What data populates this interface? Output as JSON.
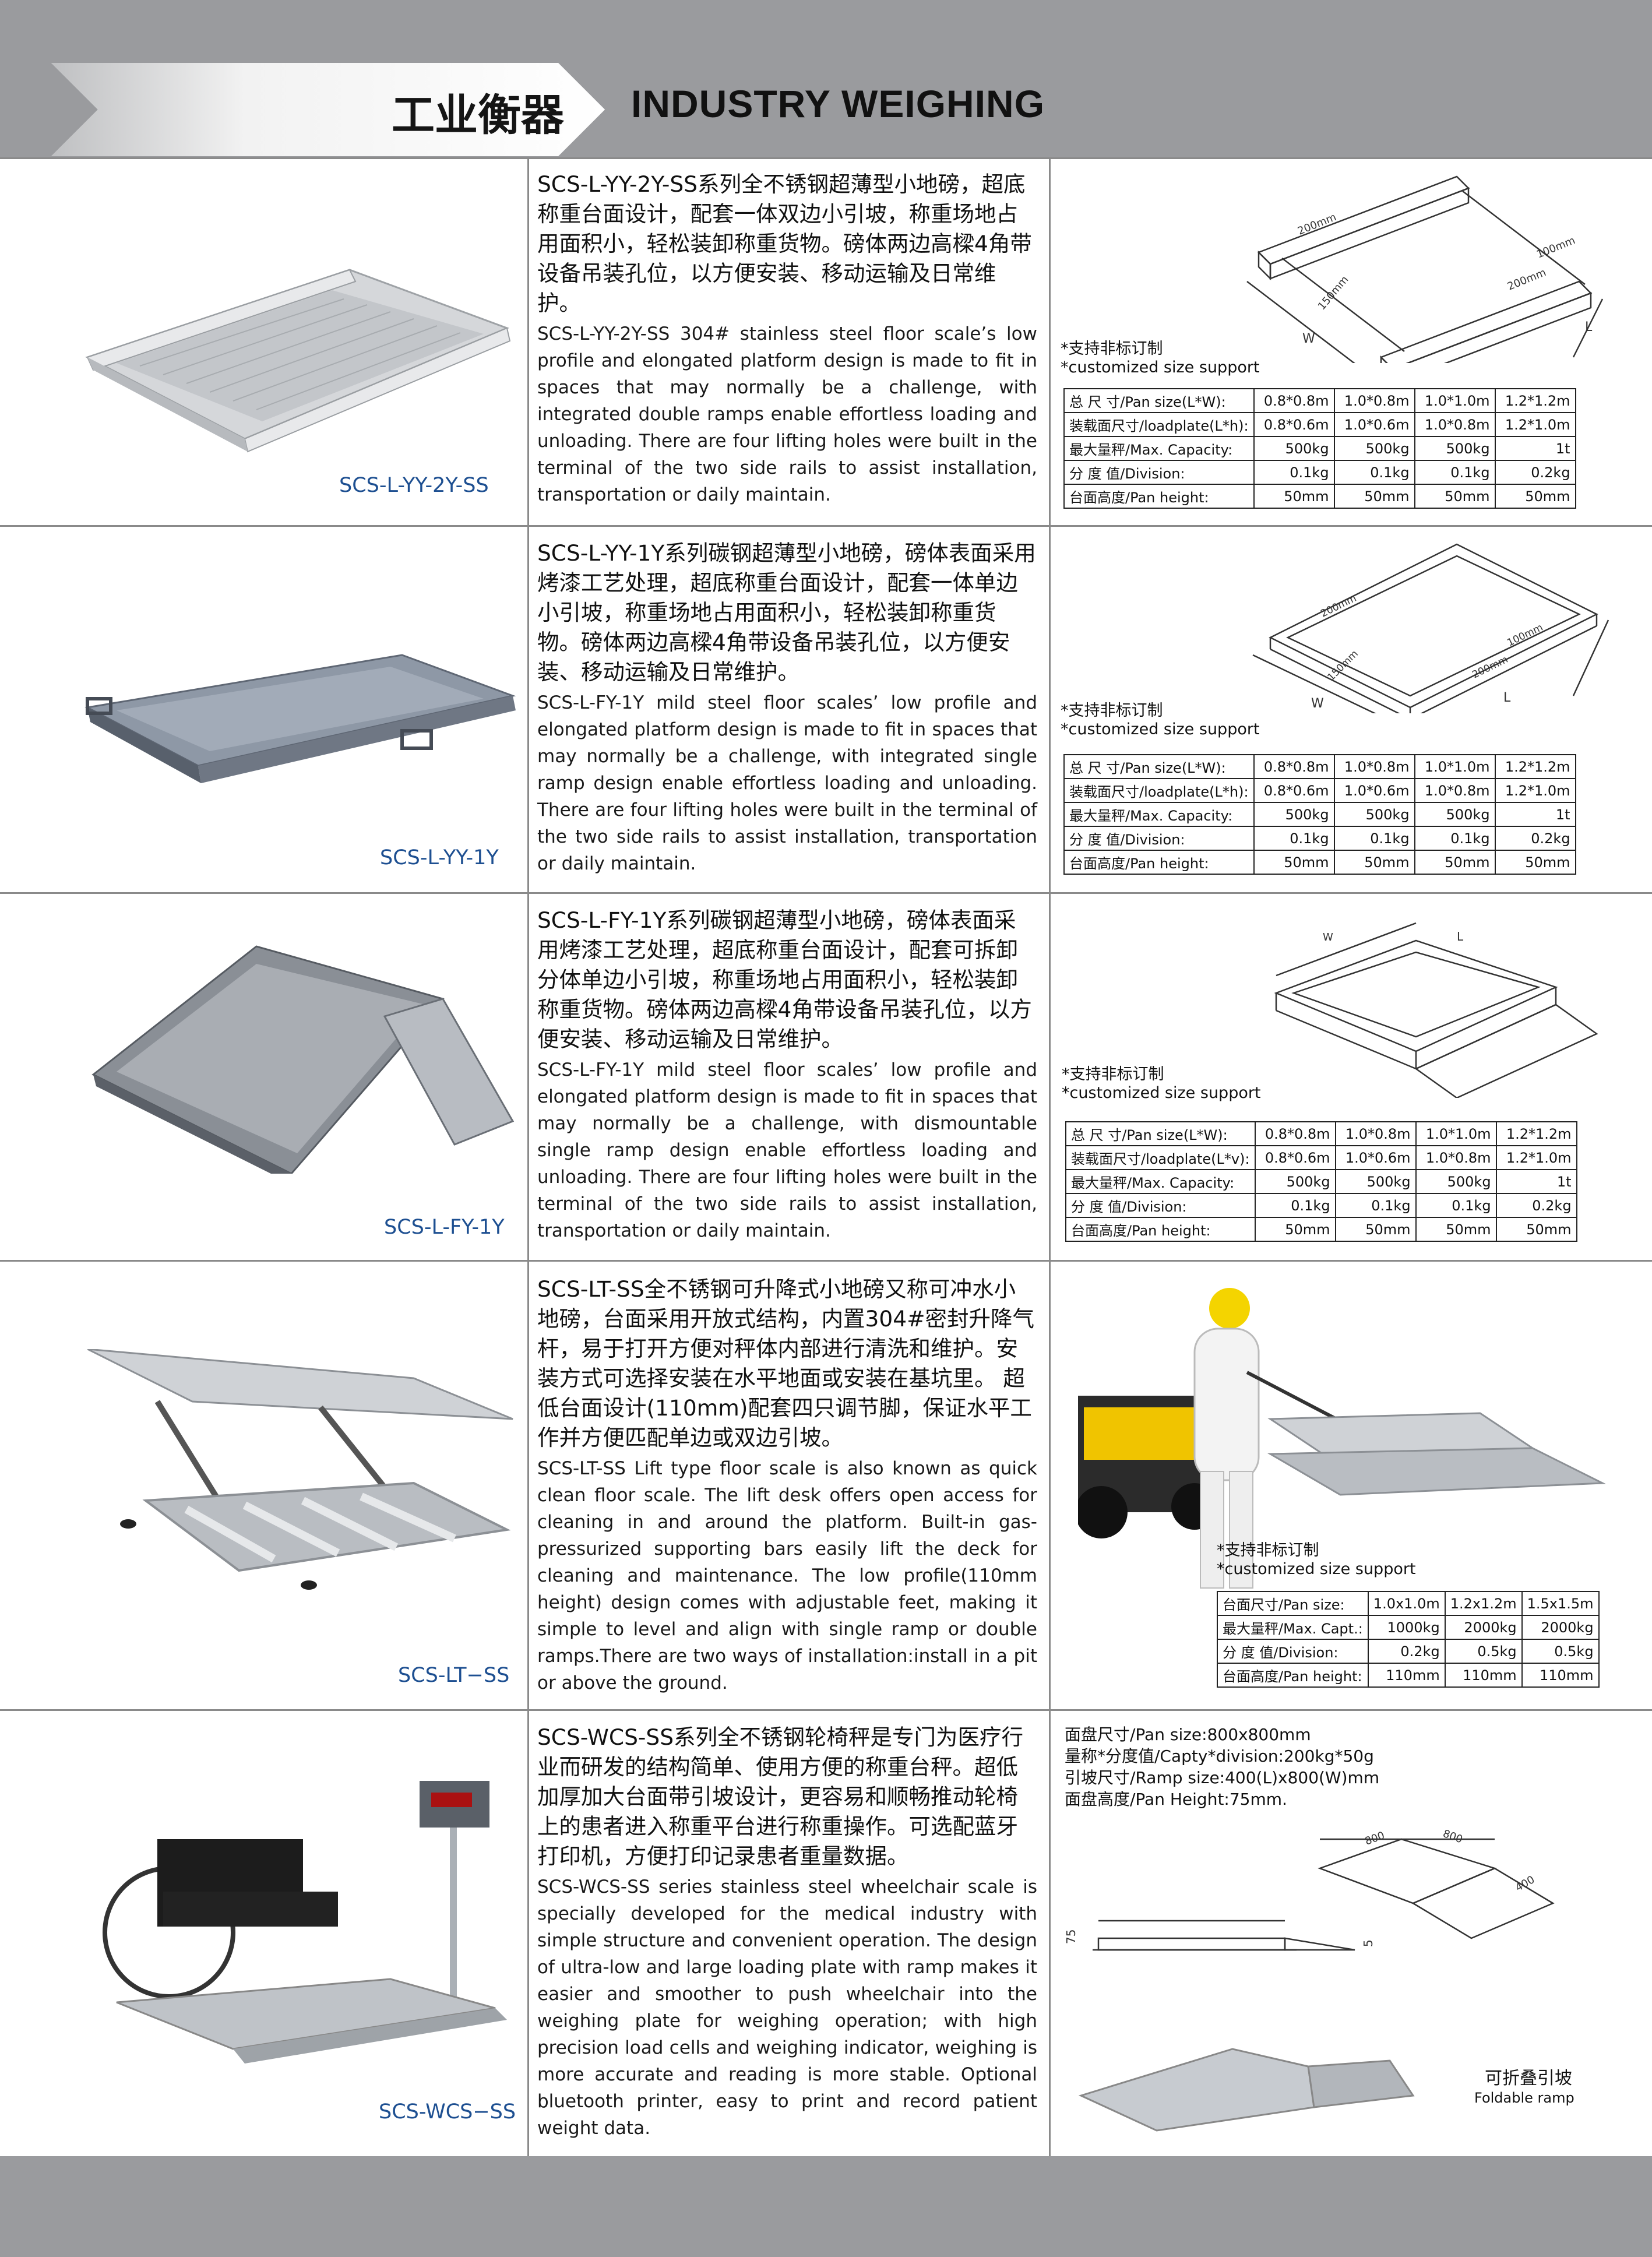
{
  "header": {
    "title_cn": "工业衡器",
    "title_en": "INDUSTRY WEIGHING"
  },
  "products": [
    {
      "model": "SCS-L-YY-2Y-SS",
      "desc_cn": "SCS-L-YY-2Y-SS系列全不锈钢超薄型小地磅，超底称重台面设计，配套一体双边小引坡，称重场地占用面积小，轻松装卸称重货物。磅体两边高樑4角带设备吊装孔位，以方便安装、移动运输及日常维护。",
      "desc_en": "SCS-L-YY-2Y-SS 304# stainless steel floor scale’s low profile and elongated platform design is made to fit in spaces that may normally be a challenge, with integrated double ramps enable effortless loading and unloading. There are four lifting holes were built in the terminal of the two side rails to assist installation, transportation or daily maintain.",
      "custom_cn": "*支持非标订制",
      "custom_en": "*customized size support",
      "diagram_labels": {
        "l": "L",
        "w": "W",
        "a": "150mm",
        "b": "200mm",
        "c": "100mm"
      },
      "spec": [
        [
          "总 尺 寸/Pan size(L*W):",
          "0.8*0.8m",
          "1.0*0.8m",
          "1.0*1.0m",
          "1.2*1.2m"
        ],
        [
          "装载面尺寸/loadplate(L*h):",
          "0.8*0.6m",
          "1.0*0.6m",
          "1.0*0.8m",
          "1.2*1.0m"
        ],
        [
          "最大量秤/Max. Capacity:",
          "500kg",
          "500kg",
          "500kg",
          "1t"
        ],
        [
          "分  度  值/Division:",
          "0.1kg",
          "0.1kg",
          "0.1kg",
          "0.2kg"
        ],
        [
          "台面高度/Pan height:",
          "50mm",
          "50mm",
          "50mm",
          "50mm"
        ]
      ]
    },
    {
      "model": "SCS-L-YY-1Y",
      "desc_cn": "SCS-L-YY-1Y系列碳钢超薄型小地磅，磅体表面采用烤漆工艺处理，超底称重台面设计，配套一体单边小引坡，称重场地占用面积小，轻松装卸称重货物。磅体两边高樑4角带设备吊装孔位，以方便安装、移动运输及日常维护。",
      "desc_en": "SCS-L-FY-1Y mild steel floor scales’ low profile and elongated platform design is made to fit in spaces that may normally be a challenge, with integrated single ramp design enable effortless loading and unloading. There are four lifting holes were built in the terminal of the two side rails to assist installation, transportation or daily maintain.",
      "custom_cn": "*支持非标订制",
      "custom_en": "*customized size support",
      "diagram_labels": {
        "l": "L",
        "w": "W",
        "a": "150mm",
        "b": "200mm",
        "c": "100mm"
      },
      "spec": [
        [
          "总 尺 寸/Pan size(L*W):",
          "0.8*0.8m",
          "1.0*0.8m",
          "1.0*1.0m",
          "1.2*1.2m"
        ],
        [
          "装载面尺寸/loadplate(L*h):",
          "0.8*0.6m",
          "1.0*0.6m",
          "1.0*0.8m",
          "1.2*1.0m"
        ],
        [
          "最大量秤/Max. Capacity:",
          "500kg",
          "500kg",
          "500kg",
          "1t"
        ],
        [
          "分  度  值/Division:",
          "0.1kg",
          "0.1kg",
          "0.1kg",
          "0.2kg"
        ],
        [
          "台面高度/Pan height:",
          "50mm",
          "50mm",
          "50mm",
          "50mm"
        ]
      ]
    },
    {
      "model": "SCS-L-FY-1Y",
      "desc_cn": "SCS-L-FY-1Y系列碳钢超薄型小地磅，磅体表面采用烤漆工艺处理，超底称重台面设计，配套可拆卸分体单边小引坡，称重场地占用面积小，轻松装卸称重货物。磅体两边高樑4角带设备吊装孔位，以方便安装、移动运输及日常维护。",
      "desc_en": "SCS-L-FY-1Y mild steel floor scales’ low profile and elongated platform design is made to fit in spaces that may normally be a challenge, with dismountable single ramp design enable effortless loading and unloading. There are four lifting holes were built in the terminal of the two side rails to assist installation, transportation or daily maintain.",
      "custom_cn": "*支持非标订制",
      "custom_en": "*customized size support",
      "diagram_labels": {
        "l": "L",
        "w": "W"
      },
      "spec": [
        [
          "总 尺 寸/Pan size(L*W):",
          "0.8*0.8m",
          "1.0*0.8m",
          "1.0*1.0m",
          "1.2*1.2m"
        ],
        [
          "装载面尺寸/loadplate(L*v):",
          "0.8*0.6m",
          "1.0*0.6m",
          "1.0*0.8m",
          "1.2*1.0m"
        ],
        [
          "最大量秤/Max. Capacity:",
          "500kg",
          "500kg",
          "500kg",
          "1t"
        ],
        [
          "分  度  值/Division:",
          "0.1kg",
          "0.1kg",
          "0.1kg",
          "0.2kg"
        ],
        [
          "台面高度/Pan height:",
          "50mm",
          "50mm",
          "50mm",
          "50mm"
        ]
      ]
    },
    {
      "model": "SCS-LT−SS",
      "desc_cn": "SCS-LT-SS全不锈钢可升降式小地磅又称可冲水小地磅，台面采用开放式结构，内置304#密封升降气杆，易于打开方便对秤体内部进行清洗和维护。安装方式可选择安装在水平地面或安装在基坑里。 超低台面设计(110mm)配套四只调节脚，保证水平工作并方便匹配单边或双边引坡。",
      "desc_en": "SCS-LT-SS Lift type floor scale is also known as quick clean floor scale. The lift desk offers open access for cleaning in and around the platform. Built-in gas-pressurized supporting bars easily lift the deck for cleaning and maintenance. The low profile(110mm height) design comes with adjustable feet, making it simple to level and align with single ramp or double ramps.There are two ways of installation:install in a pit or above the ground.",
      "custom_cn": "*支持非标订制",
      "custom_en": "*customized size support",
      "spec": [
        [
          "台面尺寸/Pan size:",
          "1.0x1.0m",
          "1.2x1.2m",
          "1.5x1.5m"
        ],
        [
          "最大量秤/Max. Capt.:",
          "1000kg",
          "2000kg",
          "2000kg"
        ],
        [
          "分  度  值/Division:",
          "0.2kg",
          "0.5kg",
          "0.5kg"
        ],
        [
          "台面高度/Pan height:",
          "110mm",
          "110mm",
          "110mm"
        ]
      ]
    },
    {
      "model": "SCS-WCS−SS",
      "desc_cn": "SCS-WCS-SS系列全不锈钢轮椅秤是专门为医疗行业而研发的结构简单、使用方便的称重台秤。超低加厚加大台面带引坡设计，更容易和顺畅推动轮椅上的患者进入称重平台进行称重操作。可选配蓝牙打印机，方便打印记录患者重量数据。",
      "desc_en": "SCS-WCS-SS series stainless steel wheelchair scale is specially developed for the medical industry with simple structure and convenient operation. The design of ultra-low and large loading plate with ramp makes it easier and smoother to push wheelchair into the weighing plate for weighing operation; with high precision load cells and weighing indicator, weighing is more accurate and reading is more stable. Optional bluetooth printer, easy to print and record patient weight data.",
      "spec_lines": [
        "面盘尺寸/Pan size:800x800mm",
        "量称*分度值/Capty*division:200kg*50g",
        "引坡尺寸/Ramp size:400(L)x800(W)mm",
        "面盘高度/Pan Height:75mm."
      ],
      "diagram_labels": {
        "d1": "800",
        "d2": "800",
        "d3": "400",
        "h1": "75",
        "h2": "5"
      },
      "fold_cn": "可折叠引坡",
      "fold_en": "Foldable ramp"
    }
  ]
}
